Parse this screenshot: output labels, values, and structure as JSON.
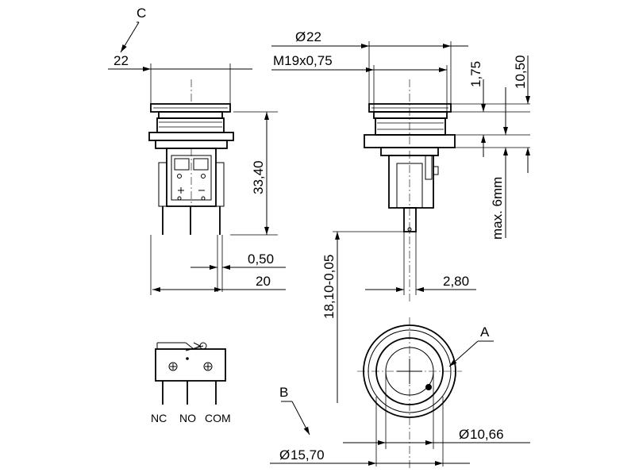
{
  "labels": {
    "view_c": "C",
    "view_b": "B",
    "detail_a": "A"
  },
  "dimensions": {
    "side_width_top": "22",
    "front_diameter": "22",
    "thread": "M19x0,75",
    "flange_h": "1,75",
    "total_top_h": "10,50",
    "height": "33,40",
    "max_depth": "max. 6mm",
    "terminal_thickness": "0,50",
    "body_width": "20",
    "terminal_length": "18,10-0,05",
    "terminal_width": "2,80",
    "diameter_lens": "10,66",
    "diameter_body": "15,70"
  },
  "schematic": {
    "nc": "NC",
    "no": "NO",
    "com": "COM"
  }
}
